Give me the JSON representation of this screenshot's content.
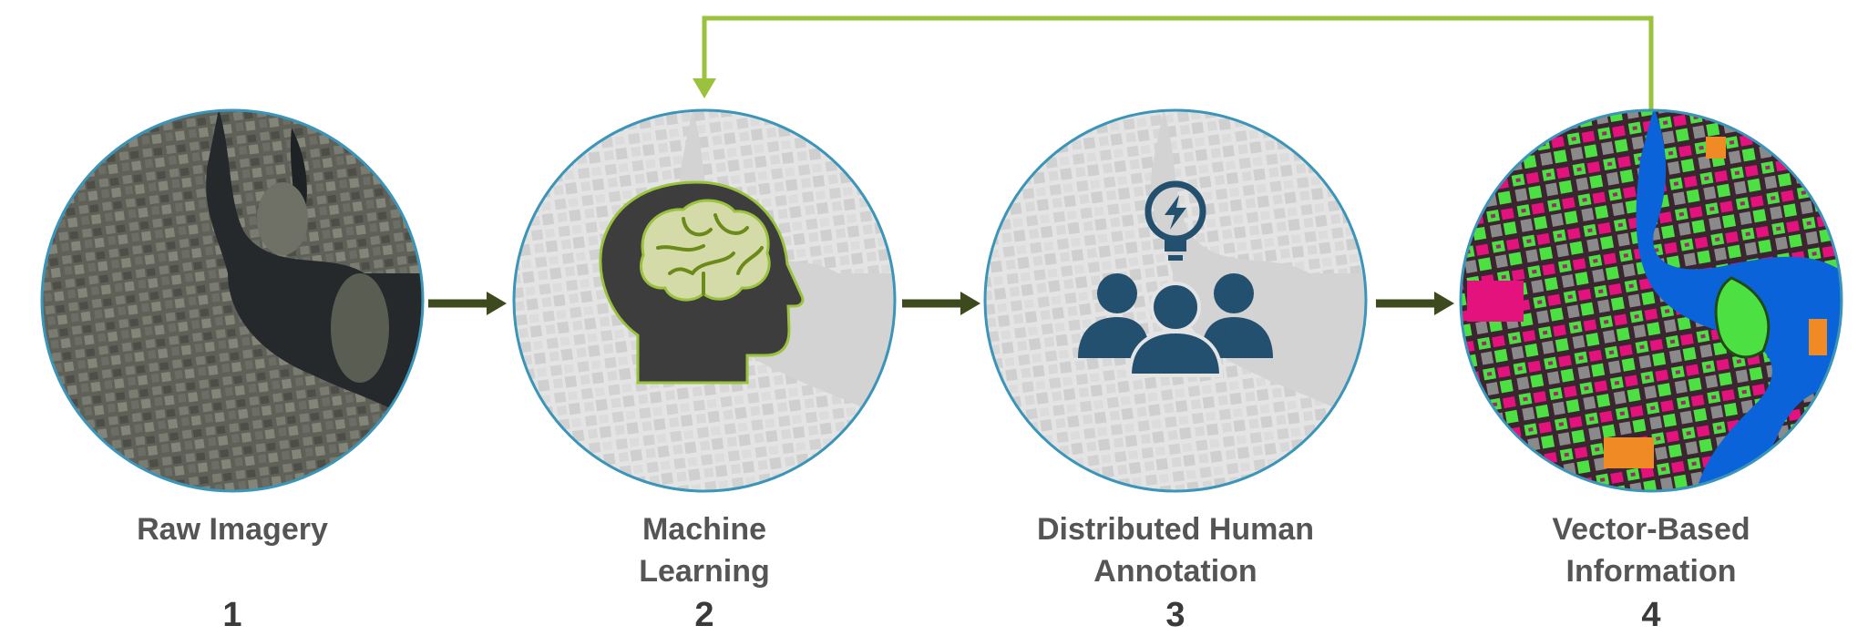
{
  "colors": {
    "feedback_arrow": "#9ac23c",
    "flow_arrow": "#3d4a1e",
    "circle_border": "#3a95b8",
    "icon_dark": "#3d3d3d",
    "icon_brain_outline": "#9ac23c",
    "icon_people": "#24506f",
    "water": "#0a63d8",
    "magenta": "#e3127d",
    "green": "#4ce042",
    "orange": "#f08a24"
  },
  "steps": [
    {
      "label_line1": "Raw Imagery",
      "label_line2": "",
      "number": "1",
      "icon": "satellite-image"
    },
    {
      "label_line1": "Machine",
      "label_line2": "Learning",
      "number": "2",
      "icon": "brain-head-icon"
    },
    {
      "label_line1": "Distributed Human",
      "label_line2": "Annotation",
      "number": "3",
      "icon": "people-idea-icon"
    },
    {
      "label_line1": "Vector-Based",
      "label_line2": "Information",
      "number": "4",
      "icon": "vector-map"
    }
  ]
}
